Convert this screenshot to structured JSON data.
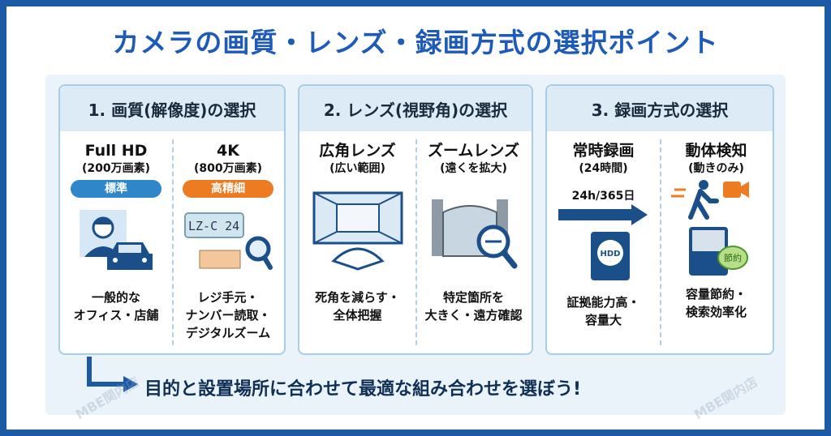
{
  "title": "カメラの画質・レンズ・録画方式の選択ポイント",
  "cards": [
    {
      "heading": "1. 画質(解像度)の選択",
      "cols": [
        {
          "name": "Full HD",
          "sub": "(200万画素)",
          "badge": "標準",
          "desc1": "一般的な",
          "desc2": "オフィス・店舗",
          "icon": "person-car-icon"
        },
        {
          "name": "4K",
          "sub": "(800万画素)",
          "badge": "高精細",
          "desc1": "レジ手元・",
          "desc2": "ナンバー読取・",
          "desc3": "デジタルズーム",
          "icon": "license-plate-magnifier-icon",
          "plate": "LZ-C 24"
        }
      ]
    },
    {
      "heading": "2. レンズ(視野角)の選択",
      "cols": [
        {
          "name": "広角レンズ",
          "sub": "(広い範囲)",
          "desc1": "死角を減らす・",
          "desc2": "全体把握",
          "icon": "wide-room-icon"
        },
        {
          "name": "ズームレンズ",
          "sub": "(遠くを拡大)",
          "desc1": "特定箇所を",
          "desc2": "大きく・遠方確認",
          "icon": "gate-zoom-icon"
        }
      ]
    },
    {
      "heading": "3. 録画方式の選択",
      "cols": [
        {
          "name": "常時録画",
          "sub": "(24時間)",
          "label": "24h/365日",
          "hdd": "HDD",
          "desc1": "証拠能力高・",
          "desc2": "容量大",
          "icon": "timeline-hdd-icon"
        },
        {
          "name": "動体検知",
          "sub": "(動きのみ)",
          "leaf": "節約",
          "desc1": "容量節約・",
          "desc2": "検索効率化",
          "icon": "motion-camera-icon"
        }
      ]
    }
  ],
  "bottom": "目的と設置場所に合わせて最適な組み合わせを選ぼう!",
  "watermark": "MBE関内店",
  "colors": {
    "primary": "#1e5bb8",
    "standard": "#2f86c8",
    "high": "#ec7b22",
    "navy": "#1b4f8a"
  }
}
